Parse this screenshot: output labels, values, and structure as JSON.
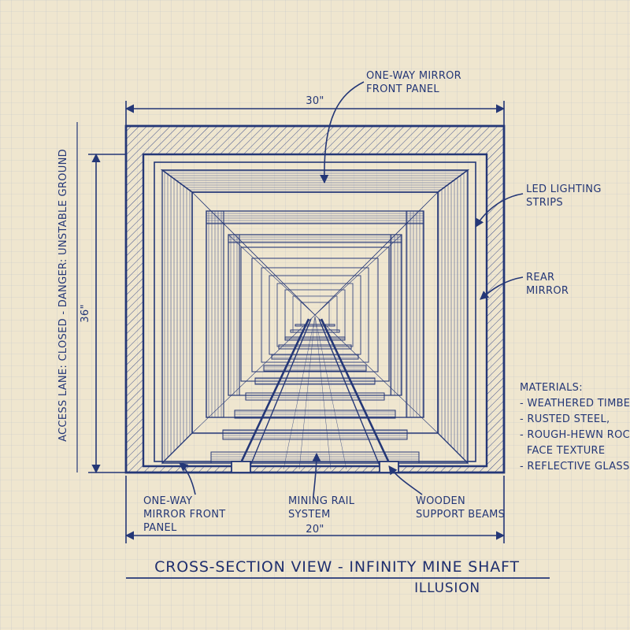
{
  "dimensions": {
    "top_width": "30\"",
    "height": "36\"",
    "bottom_width": "20\""
  },
  "side_note": "ACCESS LANE: CLOSED - DANGER: UNSTABLE GROUND",
  "labels": {
    "top_callout_line1": "ONE-WAY MIRROR",
    "top_callout_line2": "FRONT PANEL",
    "led_line1": "LED LIGHTING",
    "led_line2": "STRIPS",
    "rear_line1": "REAR",
    "rear_line2": "MIRROR",
    "bottom_left_line1": "ONE-WAY",
    "bottom_left_line2": "MIRROR FRONT",
    "bottom_left_line3": "PANEL",
    "rail_line1": "MINING RAIL",
    "rail_line2": "SYSTEM",
    "beams_line1": "WOODEN",
    "beams_line2": "SUPPORT BEAMS"
  },
  "materials": {
    "heading": "MATERIALS:",
    "items": [
      "- WEATHERED TIMBER",
      "- RUSTED STEEL,",
      "- ROUGH-HEWN ROCK",
      "  FACE TEXTURE",
      "- REFLECTIVE GLASS"
    ]
  },
  "title": {
    "line1": "CROSS-SECTION VIEW - INFINITY MINE SHAFT",
    "line2": "ILLUSION"
  },
  "colors": {
    "paper": "#efe6cf",
    "grid": "#b9c0c9",
    "ink": "#243777"
  }
}
